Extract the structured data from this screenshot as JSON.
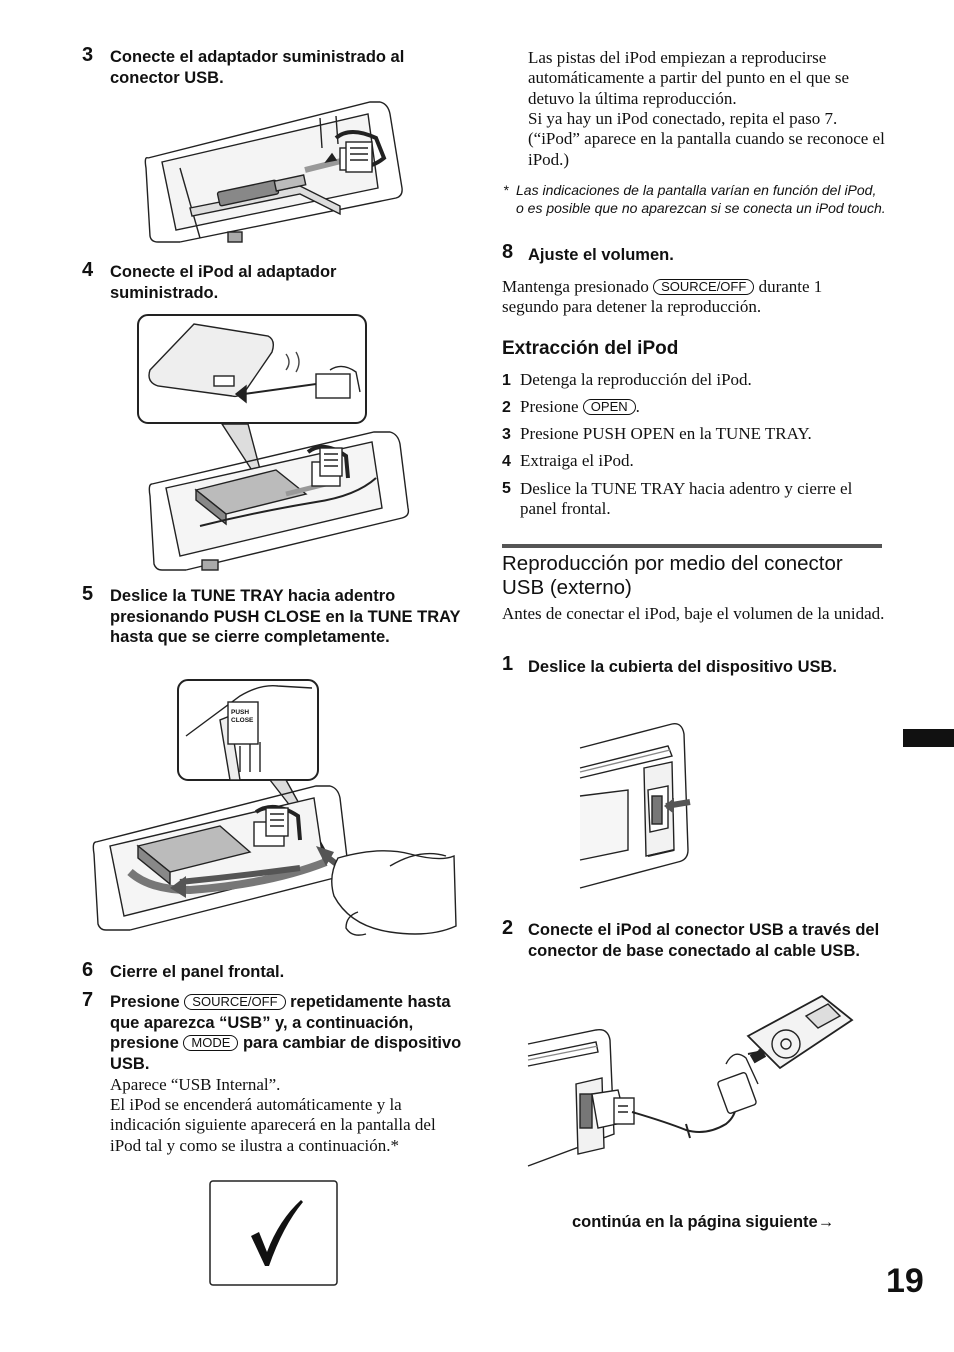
{
  "left": {
    "step3": {
      "num": "3",
      "text": "Conecte el adaptador suministrado al conector USB."
    },
    "step4": {
      "num": "4",
      "text": "Conecte el iPod al adaptador suministrado."
    },
    "step5": {
      "num": "5",
      "text": "Deslice la TUNE TRAY hacia adentro presionando PUSH CLOSE en la TUNE TRAY hasta que se cierre completamente."
    },
    "push_close_label": [
      "PUSH",
      "CLOSE"
    ],
    "step6": {
      "num": "6",
      "text": "Cierre el panel frontal."
    },
    "step7": {
      "num": "7",
      "pre": "Presione",
      "btn1": "SOURCE/OFF",
      "mid": "repetidamente hasta que aparezca “USB” y, a continuación, presione",
      "btn2": "MODE",
      "post": "para cambiar de dispositivo USB.",
      "body1": "Aparece “USB Internal”.",
      "body2": "El iPod se encenderá automáticamente y la indicación siguiente aparecerá en la pantalla del iPod tal y como se ilustra a continuación.*"
    }
  },
  "right": {
    "intro": "Las pistas del iPod empiezan a reproducirse automáticamente a partir del punto en el que se detuvo la última reproducción.",
    "intro2": "Si ya hay un iPod conectado, repita el paso 7. (“iPod” aparece en la pantalla cuando se reconoce el iPod.)",
    "note_mark": "*",
    "note": "Las indicaciones de la pantalla varían en función del iPod, o es posible que no aparezcan si se conecta un iPod touch.",
    "step8": {
      "num": "8",
      "text": "Ajuste el volumen."
    },
    "hold_pre": "Mantenga presionado",
    "hold_btn": "SOURCE/OFF",
    "hold_post": "durante 1 segundo para detener la reproducción.",
    "extract_title": "Extracción del iPod",
    "extract_items": [
      {
        "n": "1",
        "pre": "Detenga la reproducción del iPod.",
        "btn": "",
        "post": ""
      },
      {
        "n": "2",
        "pre": "Presione",
        "btn": "OPEN",
        "post": "."
      },
      {
        "n": "3",
        "pre": "Presione PUSH OPEN en la TUNE TRAY.",
        "btn": "",
        "post": ""
      },
      {
        "n": "4",
        "pre": "Extraiga el iPod.",
        "btn": "",
        "post": ""
      },
      {
        "n": "5",
        "pre": "Deslice la TUNE TRAY hacia adentro y cierre el panel frontal.",
        "btn": "",
        "post": ""
      }
    ],
    "usb_title": "Reproducción por medio del conector USB (externo)",
    "usb_intro": "Antes de conectar el iPod, baje el volumen de la unidad.",
    "ustep1": {
      "num": "1",
      "text": "Deslice la cubierta del dispositivo USB."
    },
    "ustep2": {
      "num": "2",
      "text": "Conecte el iPod al conector USB a través del conector de base conectado al cable USB."
    },
    "continue": "continúa en la página siguiente",
    "continue_arrow": "→"
  },
  "page_number": "19"
}
